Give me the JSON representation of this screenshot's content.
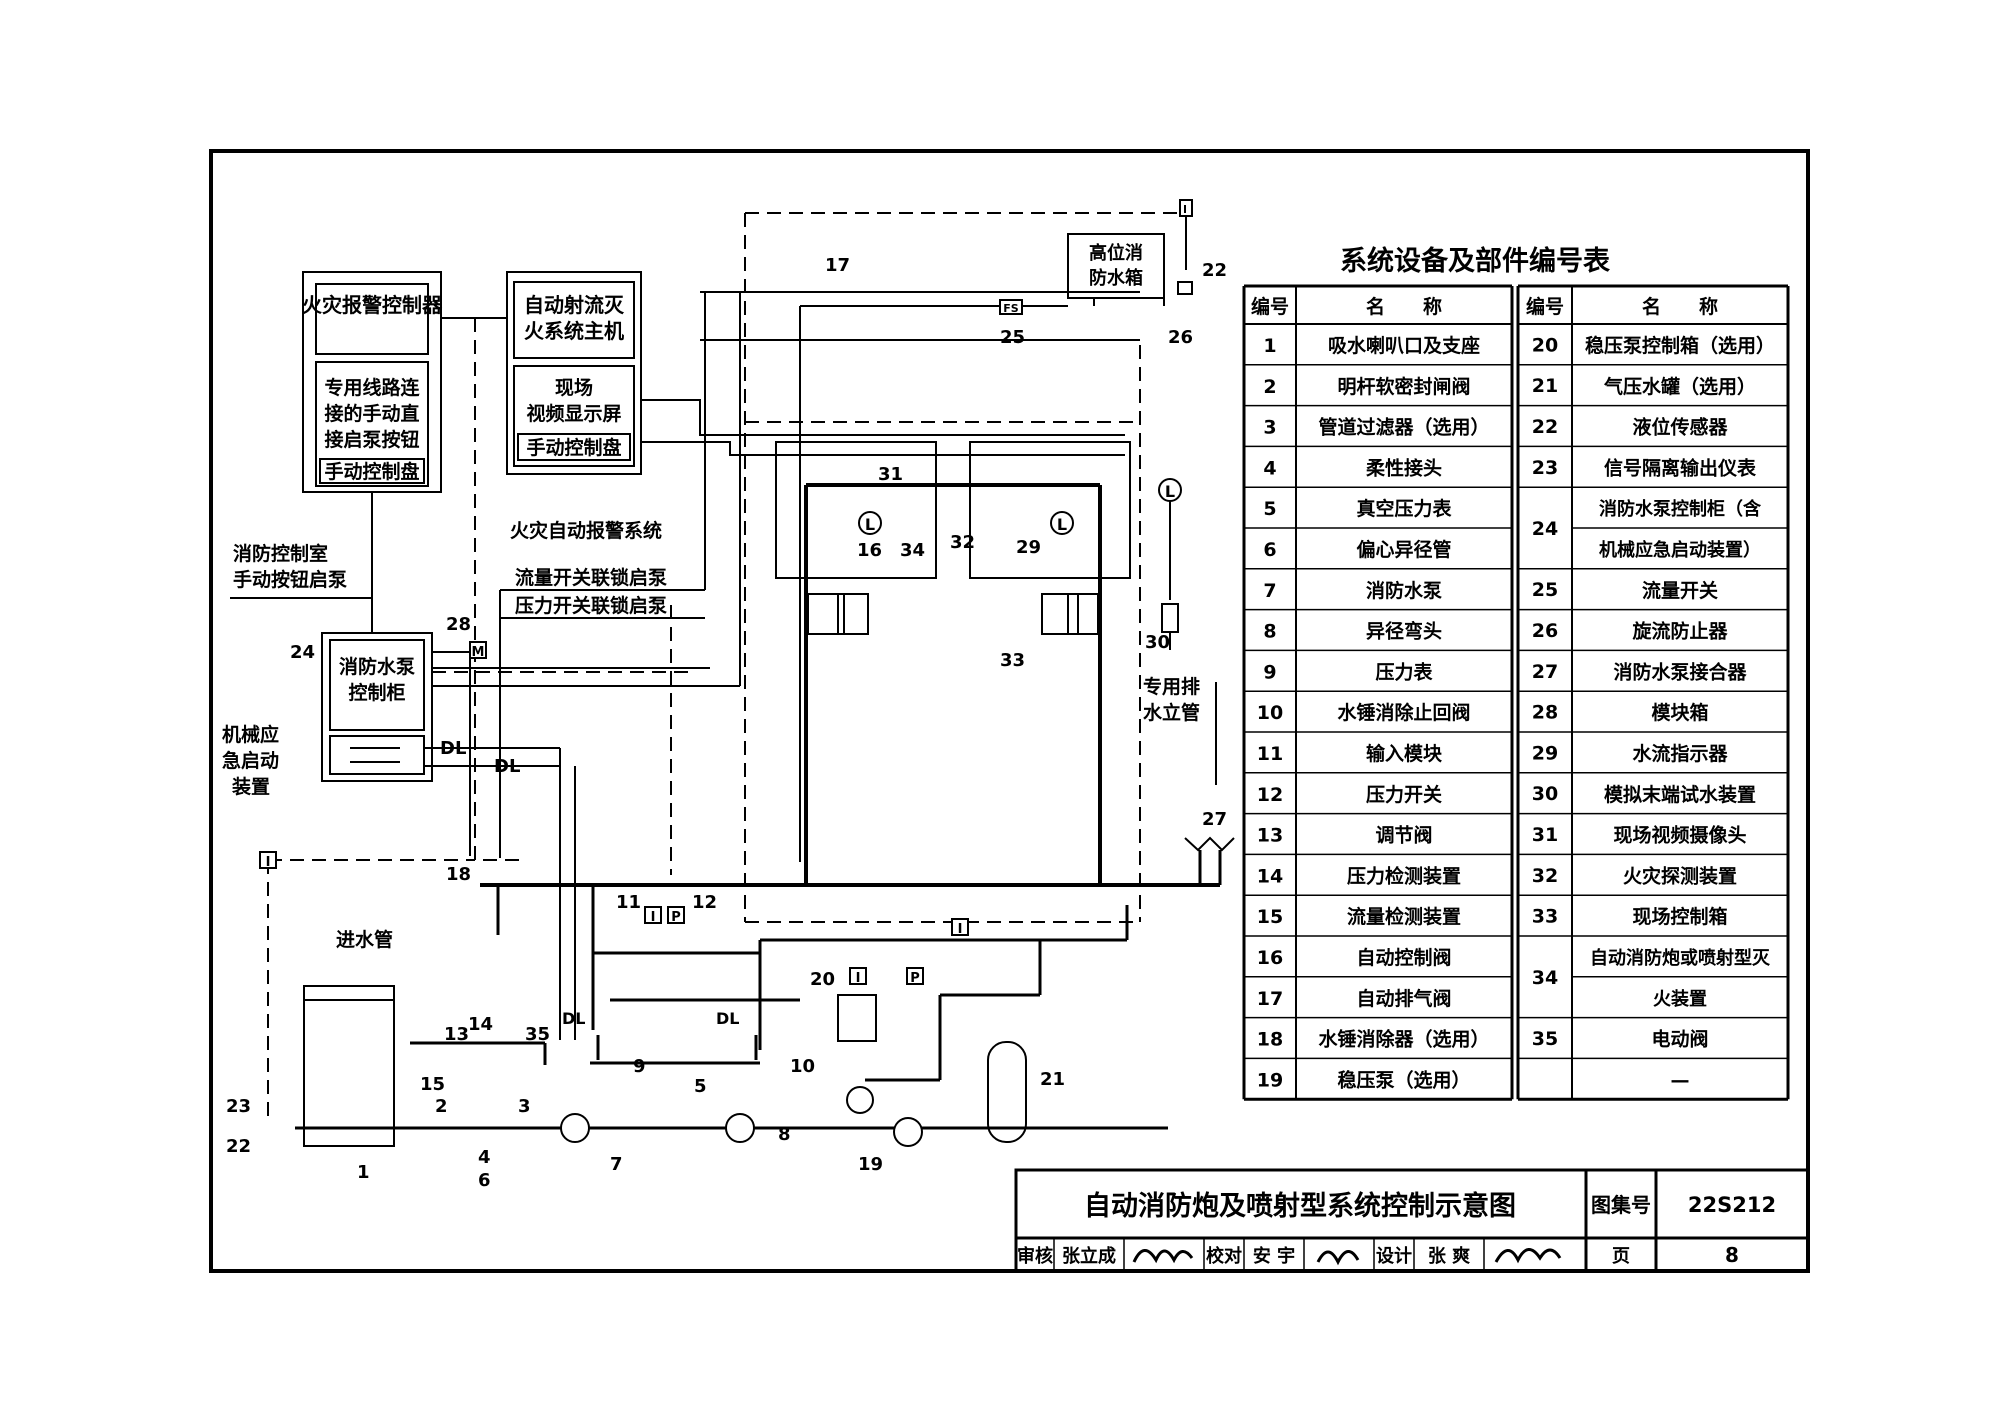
{
  "diagram": {
    "boxes": {
      "fire_alarm_controller": "火灾报警控制器",
      "manual_button_line1": "专用线路连",
      "manual_button_line2": "接的手动直",
      "manual_button_line3": "接启泵按钮",
      "manual_panel_left": "手动控制盘",
      "auto_host_line1": "自动射流灭",
      "auto_host_line2": "火系统主机",
      "video_screen_line1": "现场",
      "video_screen_line2": "视频显示屏",
      "manual_panel_right": "手动控制盘",
      "pump_cabinet_line1": "消防水泵",
      "pump_cabinet_line2": "控制柜",
      "high_tank_line1": "高位消",
      "high_tank_line2": "防水箱"
    },
    "labels": {
      "fire_auto_alarm": "火灾自动报警系统",
      "flow_switch_start": "流量开关联锁启泵",
      "pressure_switch_start": "压力开关联锁启泵",
      "control_room_line1": "消防控制室",
      "control_room_line2": "手动按钮启泵",
      "mech_line1": "机械应",
      "mech_line2": "急启动",
      "mech_line3": "装置",
      "inlet_pipe": "进水管",
      "drain_line1": "专用排",
      "drain_line2": "水立管",
      "dl": "DL",
      "I": "I",
      "P": "P",
      "M": "M",
      "L": "L",
      "FS": "FS"
    },
    "callouts": [
      "1",
      "2",
      "3",
      "4",
      "5",
      "6",
      "7",
      "8",
      "9",
      "10",
      "11",
      "12",
      "13",
      "14",
      "15",
      "16",
      "17",
      "18",
      "19",
      "20",
      "21",
      "22",
      "23",
      "24",
      "25",
      "26",
      "27",
      "28",
      "29",
      "30",
      "31",
      "32",
      "33",
      "34",
      "35"
    ]
  },
  "legend_table": {
    "title": "系统设备及部件编号表",
    "headers": [
      "编号",
      "名　　称",
      "编号",
      "名　　称"
    ],
    "left": [
      {
        "no": "1",
        "name": "吸水喇叭口及支座"
      },
      {
        "no": "2",
        "name": "明杆软密封闸阀"
      },
      {
        "no": "3",
        "name": "管道过滤器（选用）"
      },
      {
        "no": "4",
        "name": "柔性接头"
      },
      {
        "no": "5",
        "name": "真空压力表"
      },
      {
        "no": "6",
        "name": "偏心异径管"
      },
      {
        "no": "7",
        "name": "消防水泵"
      },
      {
        "no": "8",
        "name": "异径弯头"
      },
      {
        "no": "9",
        "name": "压力表"
      },
      {
        "no": "10",
        "name": "水锤消除止回阀"
      },
      {
        "no": "11",
        "name": "输入模块"
      },
      {
        "no": "12",
        "name": "压力开关"
      },
      {
        "no": "13",
        "name": "调节阀"
      },
      {
        "no": "14",
        "name": "压力检测装置"
      },
      {
        "no": "15",
        "name": "流量检测装置"
      },
      {
        "no": "16",
        "name": "自动控制阀"
      },
      {
        "no": "17",
        "name": "自动排气阀"
      },
      {
        "no": "18",
        "name": "水锤消除器（选用）"
      },
      {
        "no": "19",
        "name": "稳压泵（选用）"
      }
    ],
    "right": [
      {
        "no": "20",
        "name": "稳压泵控制箱（选用）"
      },
      {
        "no": "21",
        "name": "气压水罐（选用）"
      },
      {
        "no": "22",
        "name": "液位传感器"
      },
      {
        "no": "23",
        "name": "信号隔离输出仪表"
      },
      {
        "no": "24",
        "name_l1": "消防水泵控制柜（含",
        "name_l2": "机械应急启动装置）"
      },
      {
        "no": "25",
        "name": "流量开关"
      },
      {
        "no": "26",
        "name": "旋流防止器"
      },
      {
        "no": "27",
        "name": "消防水泵接合器"
      },
      {
        "no": "28",
        "name": "模块箱"
      },
      {
        "no": "29",
        "name": "水流指示器"
      },
      {
        "no": "30",
        "name": "模拟末端试水装置"
      },
      {
        "no": "31",
        "name": "现场视频摄像头"
      },
      {
        "no": "32",
        "name": "火灾探测装置"
      },
      {
        "no": "33",
        "name": "现场控制箱"
      },
      {
        "no": "34",
        "name_l1": "自动消防炮或喷射型灭",
        "name_l2": "火装置"
      },
      {
        "no": "35",
        "name": "电动阀"
      },
      {
        "no": "",
        "name": "—"
      }
    ]
  },
  "title_block": {
    "title": "自动消防炮及喷射型系统控制示意图",
    "atlas_label": "图集号",
    "atlas_no": "22S212",
    "review_label": "审核",
    "reviewer": "张立成",
    "check_label": "校对",
    "checker": "安 宇",
    "design_label": "设计",
    "designer": "张 爽",
    "page_label": "页",
    "page_no": "8"
  }
}
